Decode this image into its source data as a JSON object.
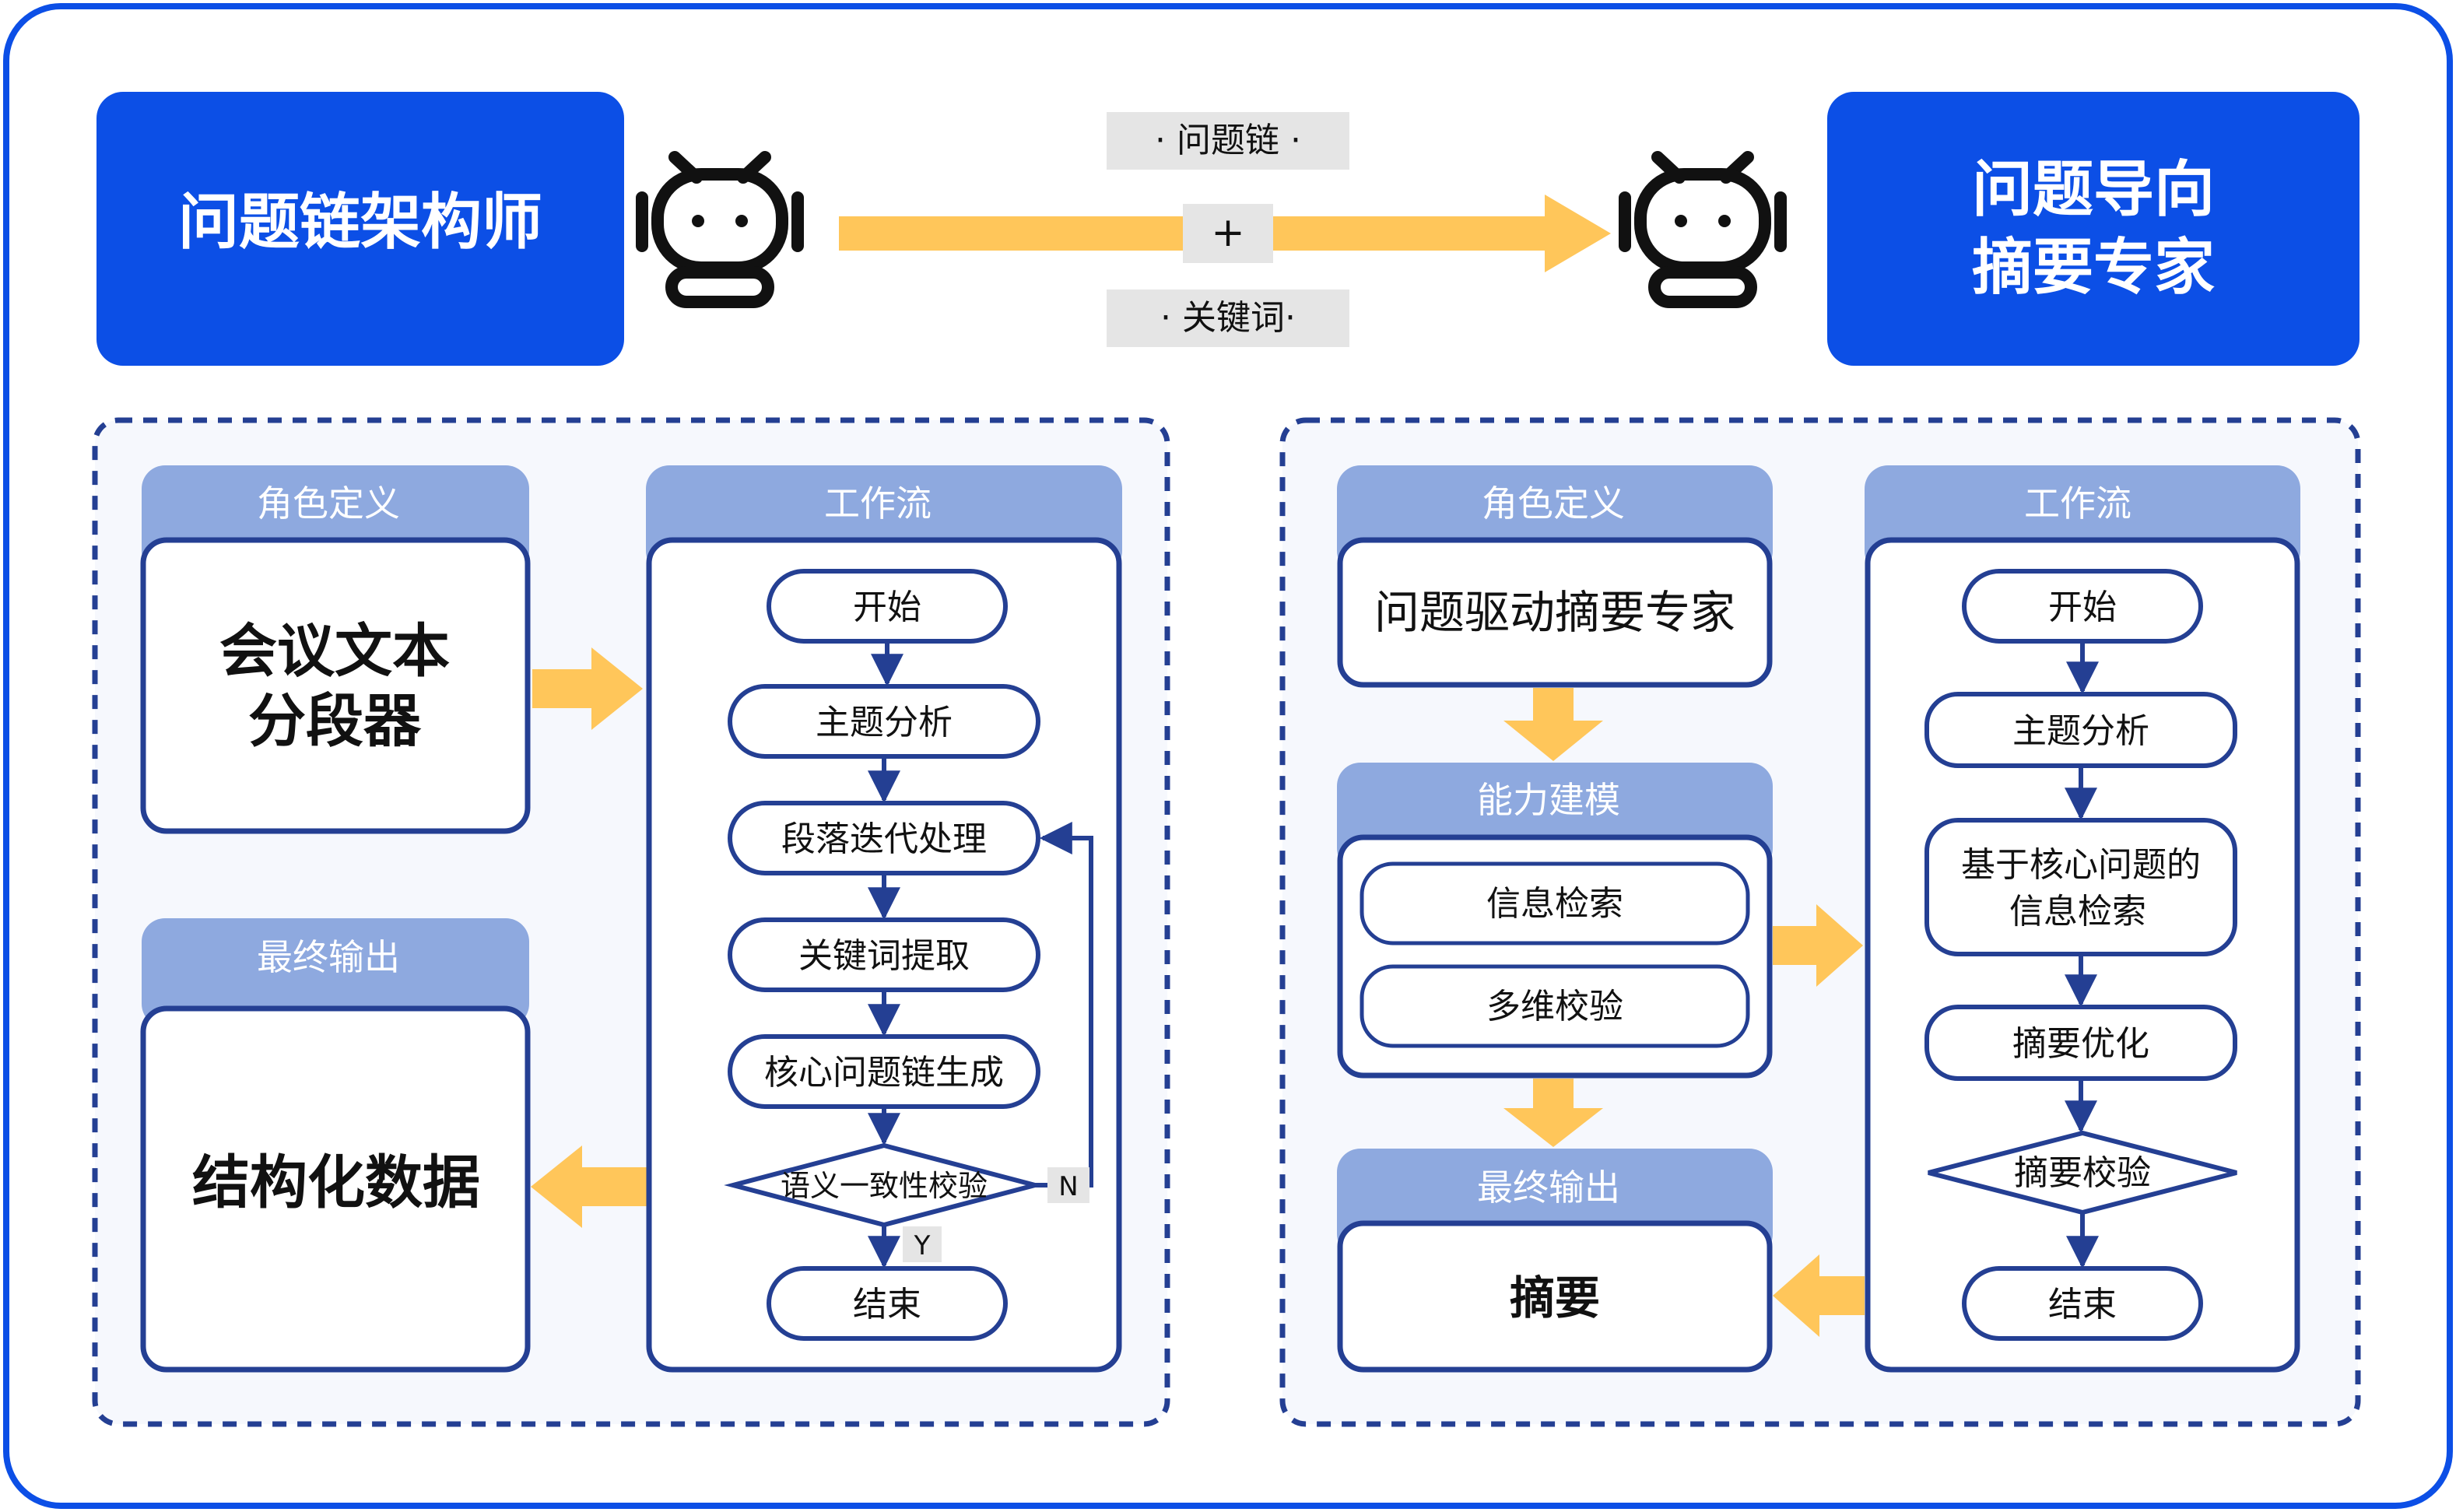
{
  "colors": {
    "primary_blue": "#0C4FE6",
    "dark_navy": "#243F93",
    "header_blue": "#8EA9DF",
    "arrow_yellow": "#FFC65A",
    "panel_bg": "#F6F8FD",
    "tag_gray": "#E5E5E5",
    "robot_ink": "#111111"
  },
  "top": {
    "left_agent": "问题链架构师",
    "right_agent_line1": "问题导向",
    "right_agent_line2": "摘要专家",
    "handoff_tag_top": "· 问题链 ·",
    "handoff_plus": "+",
    "handoff_tag_bottom": "· 关键词·",
    "robot_icon_left": "robot-icon",
    "robot_icon_right": "robot-icon"
  },
  "left_panel": {
    "role_header": "角色定义",
    "role_line1": "会议文本",
    "role_line2": "分段器",
    "output_header": "最终输出",
    "output_text": "结构化数据",
    "workflow_header": "工作流",
    "steps": {
      "start": "开始",
      "topic": "主题分析",
      "iterate": "段落迭代处理",
      "keywords": "关键词提取",
      "chain": "核心问题链生成",
      "check": "语义一致性校验",
      "end": "结束"
    },
    "yes_label": "Y",
    "no_label": "N"
  },
  "right_panel": {
    "role_header": "角色定义",
    "role_text": "问题驱动摘要专家",
    "capability_header": "能力建模",
    "capabilities": [
      "信息检索",
      "多维校验"
    ],
    "output_header": "最终输出",
    "output_text": "摘要",
    "workflow_header": "工作流",
    "steps": {
      "start": "开始",
      "topic": "主题分析",
      "retrieve_line1": "基于核心问题的",
      "retrieve_line2": "信息检索",
      "optimize": "摘要优化",
      "check": "摘要校验",
      "end": "结束"
    }
  }
}
